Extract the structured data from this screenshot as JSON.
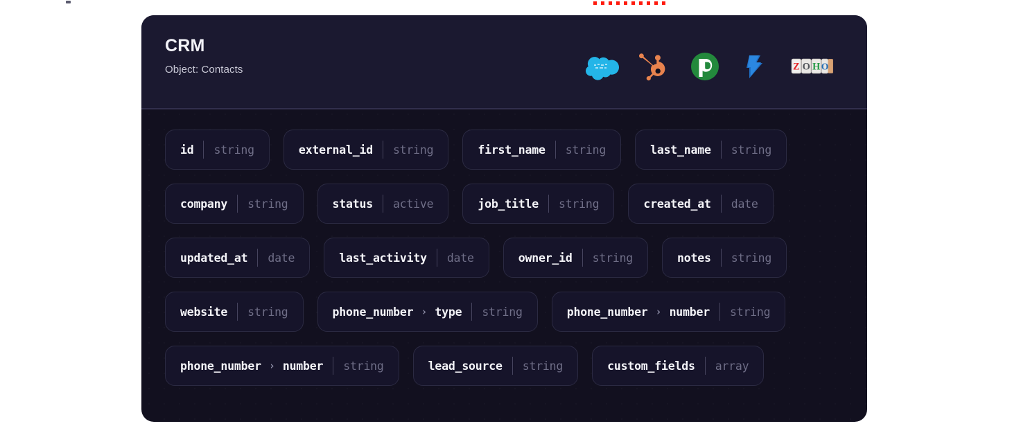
{
  "header": {
    "title": "CRM",
    "subtitle": "Object: Contacts",
    "logos": [
      {
        "name": "salesforce-logo",
        "label": "Salesforce"
      },
      {
        "name": "hubspot-logo",
        "label": "HubSpot"
      },
      {
        "name": "pipedrive-logo",
        "label": "Pipedrive"
      },
      {
        "name": "dynamics-365-logo",
        "label": "Dynamics 365"
      },
      {
        "name": "zoho-logo",
        "label": "Zoho"
      }
    ]
  },
  "colors": {
    "page_background": "#ffffff",
    "card_background": "#12101f",
    "header_background": "#1b1930",
    "divider": "#322f4c",
    "chip_background": "#16142a",
    "chip_border": "#2b2a42",
    "field_name": "#f4f4f8",
    "field_type": "#6f6e87",
    "annotation_dot": "#fe1a0d",
    "salesforce_blue": "#24b5e8",
    "hubspot_orange": "#e8834e",
    "pipedrive_green": "#23893c",
    "dynamics_blue": "#1f6fc4",
    "zoho_red": "#e42527",
    "zoho_green": "#279b48",
    "zoho_blue": "#226db4",
    "zoho_tan": "#d9a273"
  },
  "annotation": {
    "red_dot_count": 10
  },
  "fields": {
    "chevron": "›",
    "rows": [
      [
        {
          "path": [
            "id"
          ],
          "type": "string"
        },
        {
          "path": [
            "external_id"
          ],
          "type": "string"
        },
        {
          "path": [
            "first_name"
          ],
          "type": "string"
        },
        {
          "path": [
            "last_name"
          ],
          "type": "string"
        }
      ],
      [
        {
          "path": [
            "company"
          ],
          "type": "string"
        },
        {
          "path": [
            "status"
          ],
          "type": "active"
        },
        {
          "path": [
            "job_title"
          ],
          "type": "string"
        },
        {
          "path": [
            "created_at"
          ],
          "type": "date"
        }
      ],
      [
        {
          "path": [
            "updated_at"
          ],
          "type": "date"
        },
        {
          "path": [
            "last_activity"
          ],
          "type": "date"
        },
        {
          "path": [
            "owner_id"
          ],
          "type": "string"
        },
        {
          "path": [
            "notes"
          ],
          "type": "string"
        }
      ],
      [
        {
          "path": [
            "website"
          ],
          "type": "string"
        },
        {
          "path": [
            "phone_number",
            "type"
          ],
          "type": "string"
        },
        {
          "path": [
            "phone_number",
            "number"
          ],
          "type": "string"
        }
      ],
      [
        {
          "path": [
            "phone_number",
            "number"
          ],
          "type": "string"
        },
        {
          "path": [
            "lead_source"
          ],
          "type": "string"
        },
        {
          "path": [
            "custom_fields"
          ],
          "type": "array"
        }
      ]
    ]
  }
}
